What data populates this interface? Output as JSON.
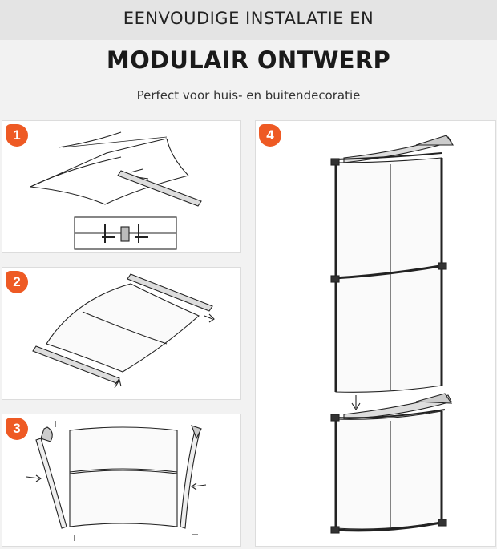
{
  "header": {
    "line1": "EENVOUDIGE INSTALATIE EN",
    "line2": "MODULAIR ONTWERP",
    "tagline": "Perfect voor huis- en buitendecoratie"
  },
  "steps": [
    {
      "number": "1"
    },
    {
      "number": "2"
    },
    {
      "number": "3"
    },
    {
      "number": "4"
    }
  ],
  "colors": {
    "badge": "#ee5a24",
    "line": "#222222",
    "band": "#e4e4e4"
  }
}
